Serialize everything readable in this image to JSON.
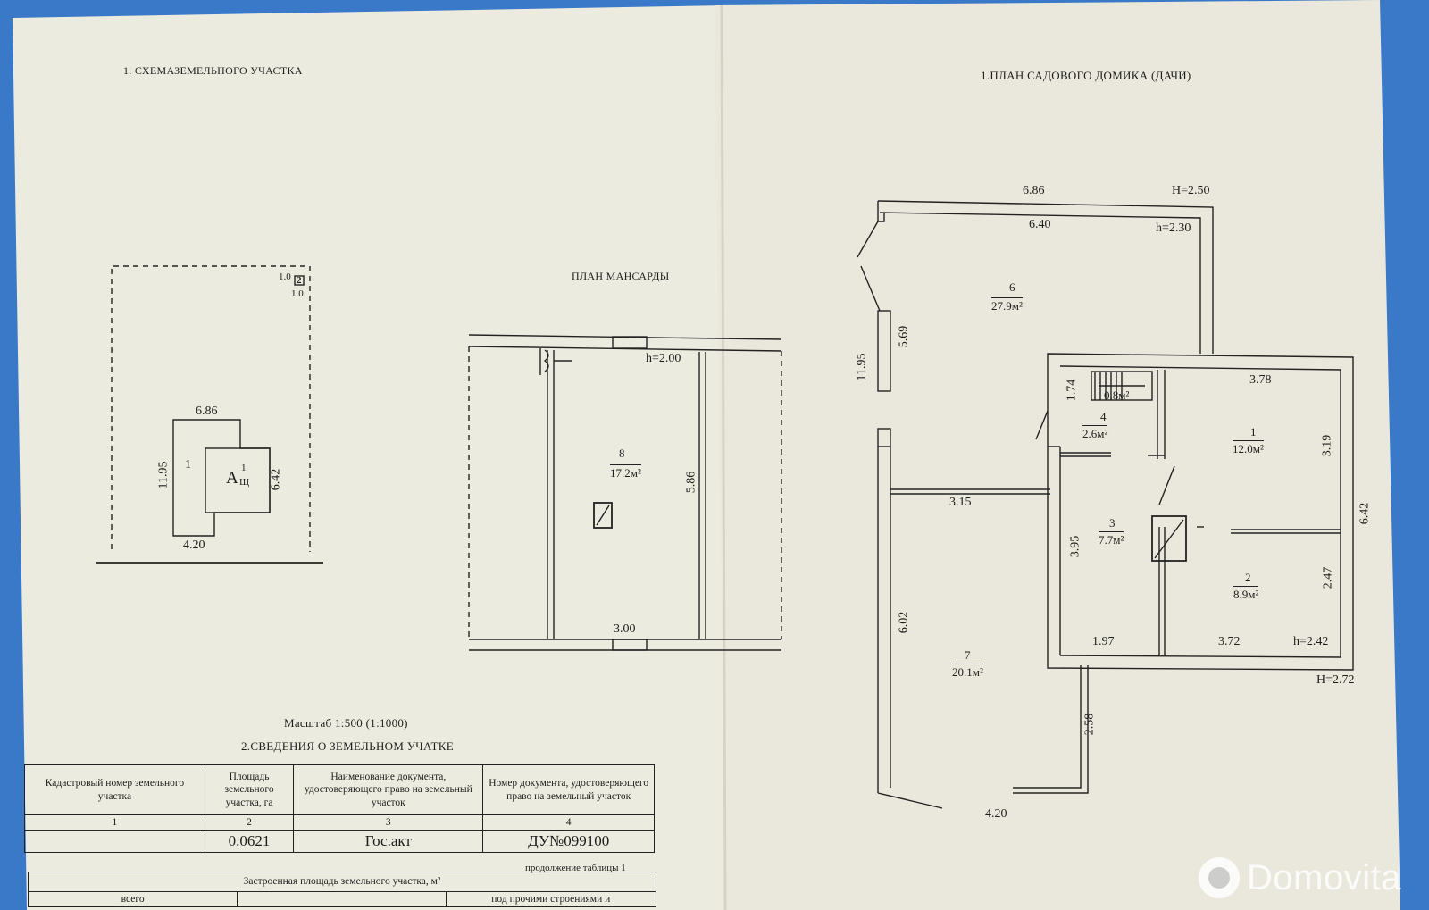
{
  "left_page": {
    "title": "1. СХЕМАЗЕМЕЛЬНОГО УЧАСТКА",
    "site": {
      "corner_top": "1.0",
      "corner_badge": "2",
      "corner_bottom": "1.0",
      "building_top": "6.86",
      "building_left": "11.95",
      "building_right": "6.42",
      "building_bottom": "4.20",
      "area_number": "1",
      "building_label": "А",
      "building_sup": "1",
      "building_sub": "Щ"
    },
    "attic": {
      "title": "ПЛАН МАНСАРДЫ",
      "height": "h=2.00",
      "room_number": "8",
      "room_area": "17.2м²",
      "depth": "5.86",
      "width": "3.00"
    },
    "scale": "Масштаб 1:500 (1:1000)",
    "table_title": "2.СВЕДЕНИЯ О ЗЕМЕЛЬНОМ УЧАТКЕ",
    "table": {
      "headers": [
        "Кадастровый номер земельного участка",
        "Площадь земельного участка, га",
        "Наименование документа, удостоверяющего право на земельный участок",
        "Номер документа, удостоверяющего право на земельный участок"
      ],
      "numbers": [
        "1",
        "2",
        "3",
        "4"
      ],
      "values": [
        "",
        "0.0621",
        "Гос.акт",
        "ДУ№099100"
      ]
    },
    "continuation": "продолжение таблицы 1",
    "built_area": "Застроенная площадь земельного участка,  м²",
    "partial_row": [
      "всего",
      "",
      "",
      "под прочими строениями и"
    ]
  },
  "right_page": {
    "title": "1.ПЛАН САДОВОГО ДОМИКА (ДАЧИ)",
    "dims": {
      "top_outer": "6.86",
      "top_inner": "6.40",
      "H_top": "H=2.50",
      "h_top": "h=2.30",
      "left_outer": "11.95",
      "left_inner": "5.69",
      "r6_width": "3.15",
      "r7_height": "6.02",
      "bottom_len": "4.20",
      "porch_side": "2.58",
      "stair_height": "1.74",
      "r1_width": "3.78",
      "r1_height": "3.19",
      "right_outer": "6.42",
      "r3_height": "3.95",
      "r2_height": "2.47",
      "bottom_left": "1.97",
      "bottom_right": "3.72",
      "h_bottom": "h=2.42",
      "H_bottom": "H=2.72"
    },
    "rooms": [
      {
        "num": "6",
        "area": "27.9м²"
      },
      {
        "num": "",
        "area": "0.8м²"
      },
      {
        "num": "4",
        "area": "2.6м²"
      },
      {
        "num": "1",
        "area": "12.0м²"
      },
      {
        "num": "3",
        "area": "7.7м²"
      },
      {
        "num": "2",
        "area": "8.9м²"
      },
      {
        "num": "7",
        "area": "20.1м²"
      }
    ]
  },
  "watermark": "Domovita",
  "colors": {
    "paper_left": "#eceade",
    "paper_right": "#ebe9dd",
    "ink": "#1d1d1d",
    "background": "#3a78c8"
  }
}
